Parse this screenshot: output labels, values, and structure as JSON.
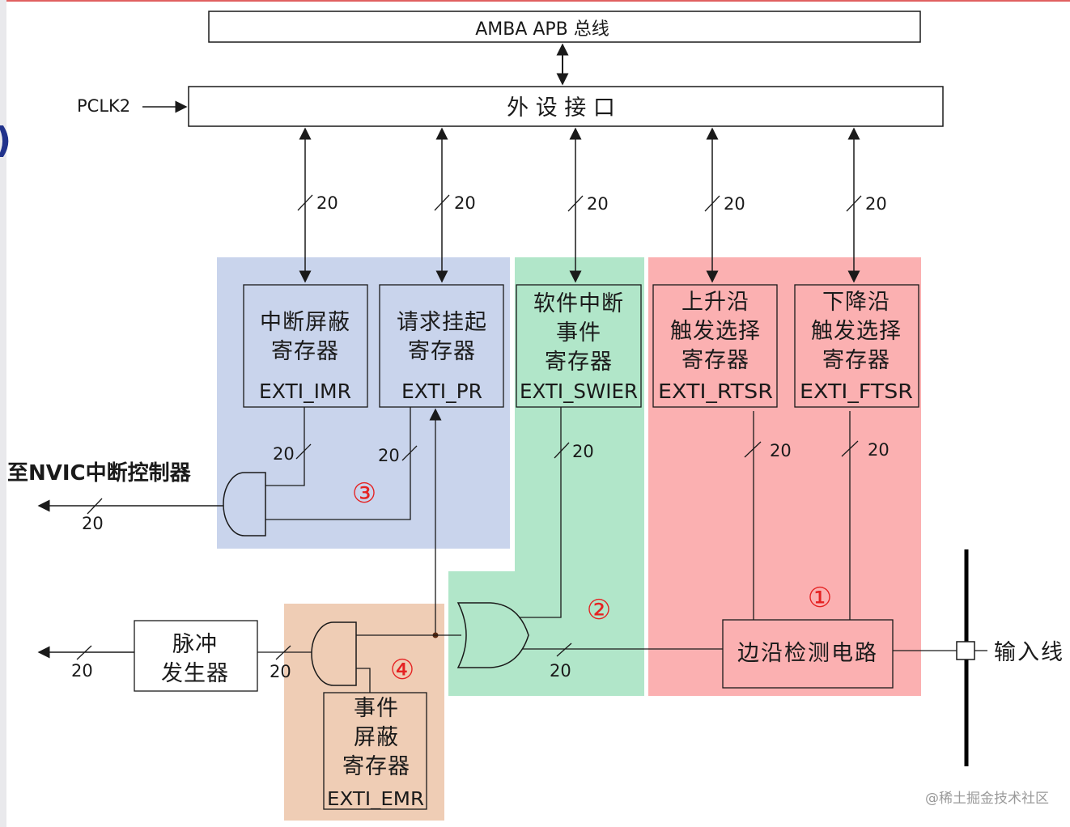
{
  "bus": {
    "label": "AMBA APB 总线"
  },
  "interface": {
    "label": "外 设 接 口",
    "clock_label": "PCLK2"
  },
  "registers": {
    "imr": {
      "lines": [
        "中断屏蔽",
        "寄存器"
      ],
      "code": "EXTI_IMR"
    },
    "pr": {
      "lines": [
        "请求挂起",
        "寄存器"
      ],
      "code": "EXTI_PR"
    },
    "swier": {
      "lines": [
        "软件中断",
        "事件",
        "寄存器"
      ],
      "code": "EXTI_SWIER"
    },
    "rtsr": {
      "lines": [
        "上升沿",
        "触发选择",
        "寄存器"
      ],
      "code": "EXTI_RTSR"
    },
    "ftsr": {
      "lines": [
        "下降沿",
        "触发选择",
        "寄存器"
      ],
      "code": "EXTI_FTSR"
    },
    "emr": {
      "lines": [
        "事件",
        "屏蔽",
        "寄存器"
      ],
      "code": "EXTI_EMR"
    }
  },
  "pulse_generator": {
    "lines": [
      "脉冲",
      "发生器"
    ]
  },
  "edge_detect": {
    "label": "边沿检测电路"
  },
  "input_line": {
    "label": "输入线"
  },
  "nvic": {
    "label": "至NVIC中断控制器"
  },
  "bus_width": "20",
  "markers": [
    "①",
    "②",
    "③",
    "④"
  ],
  "watermark": "@稀土掘金技术社区",
  "colors": {
    "blue_region": "#c9d4ec",
    "green_region": "#b1e6c9",
    "red_region": "#fbb0b1",
    "orange_region": "#efcdb5",
    "marker": "#e52222",
    "line": "#1a1a1a"
  }
}
